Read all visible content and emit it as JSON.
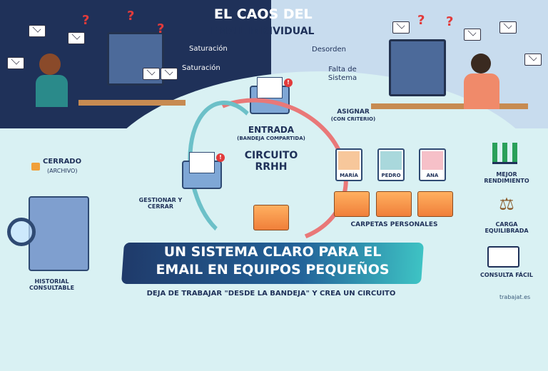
{
  "header": {
    "title_line1": "EL CAOS  DEL",
    "title_line2": "EMAIL INDIVIDUAL"
  },
  "chaos_left": {
    "label_1": "Saturación",
    "label_2": "Saturación"
  },
  "chaos_right": {
    "label_1": "Desorden",
    "label_2": "Falta de Sistema"
  },
  "circuit": {
    "title": "CIRCUITO RRHH",
    "inbox_title": "ENTRADA",
    "inbox_subtitle": "(BANDEJA COMPARTIDA)",
    "assign_title": "ASIGNAR",
    "assign_subtitle": "(CON CRITERIO)",
    "manage_label": "GESTIONAR Y CERRAR",
    "closed_title": "CERRADO",
    "closed_subtitle": "(ARCHIVO)",
    "history_label": "HISTORIAL CONSULTABLE",
    "folders_label": "CARPETAS PERSONALES",
    "people": [
      {
        "name": "MARÍA"
      },
      {
        "name": "PEDRO"
      },
      {
        "name": "ANA"
      }
    ]
  },
  "benefits": [
    {
      "label": "MEJOR RENDIMIENTO",
      "icon": "chart-icon"
    },
    {
      "label": "CARGA EQUILIBRADA",
      "icon": "scale-icon"
    },
    {
      "label": "CONSULTA FÁCIL",
      "icon": "book-search-icon"
    }
  ],
  "banner": {
    "line1": "UN SISTEMA CLARO PARA EL",
    "line2": "EMAIL EN EQUIPOS PEQUEÑOS",
    "subtitle": "DEJA DE TRABAJAR \"DESDE LA BANDEJA\" Y CREA UN CIRCUITO"
  },
  "watermark": "trabajat.es",
  "colors": {
    "navy": "#1f3159",
    "light_blue": "#c8dcee",
    "mint": "#d9f1f3",
    "orange": "#f07f3a",
    "red": "#e23b3b"
  }
}
